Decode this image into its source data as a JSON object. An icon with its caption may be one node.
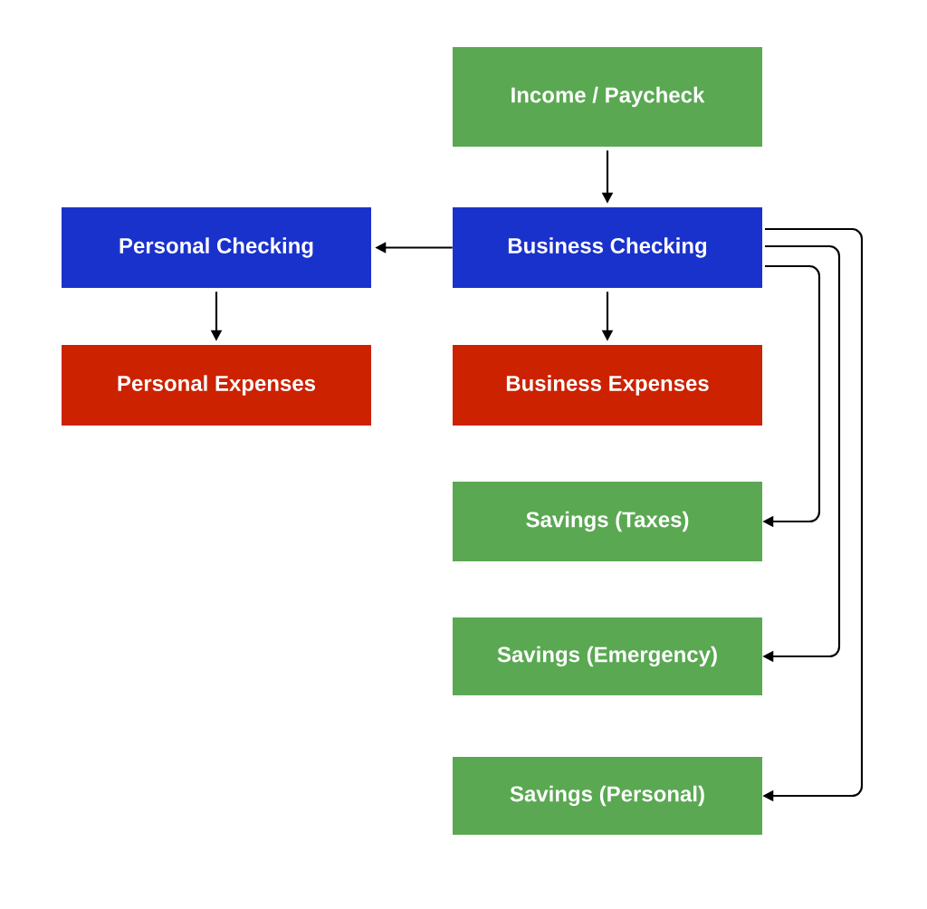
{
  "diagram": {
    "nodes": [
      {
        "text": [
          "Income / Paycheck"
        ]
      },
      {
        "text": [
          "Business Checking"
        ]
      },
      {
        "text": [
          "Personal Checking"
        ]
      },
      {
        "text": [
          "Personal Expenses"
        ]
      },
      {
        "text": [
          "Business Expenses"
        ]
      },
      {
        "text": [
          "Savings (Taxes)"
        ]
      },
      {
        "text": [
          "Savings (Emergency)"
        ]
      },
      {
        "text": [
          "Savings (Personal)"
        ]
      }
    ],
    "edges": [
      {
        "from": 0,
        "to": 1,
        "arrow": "to"
      },
      {
        "from": 1,
        "to": 2,
        "arrow": "to"
      },
      {
        "from": 2,
        "to": 3,
        "arrow": "to"
      },
      {
        "from": 1,
        "to": 4,
        "arrow": "to"
      },
      {
        "from": 1,
        "to": 5,
        "arrow": "to"
      },
      {
        "from": 1,
        "to": 6,
        "arrow": "to"
      },
      {
        "from": 1,
        "to": 7,
        "arrow": "to"
      }
    ]
  }
}
